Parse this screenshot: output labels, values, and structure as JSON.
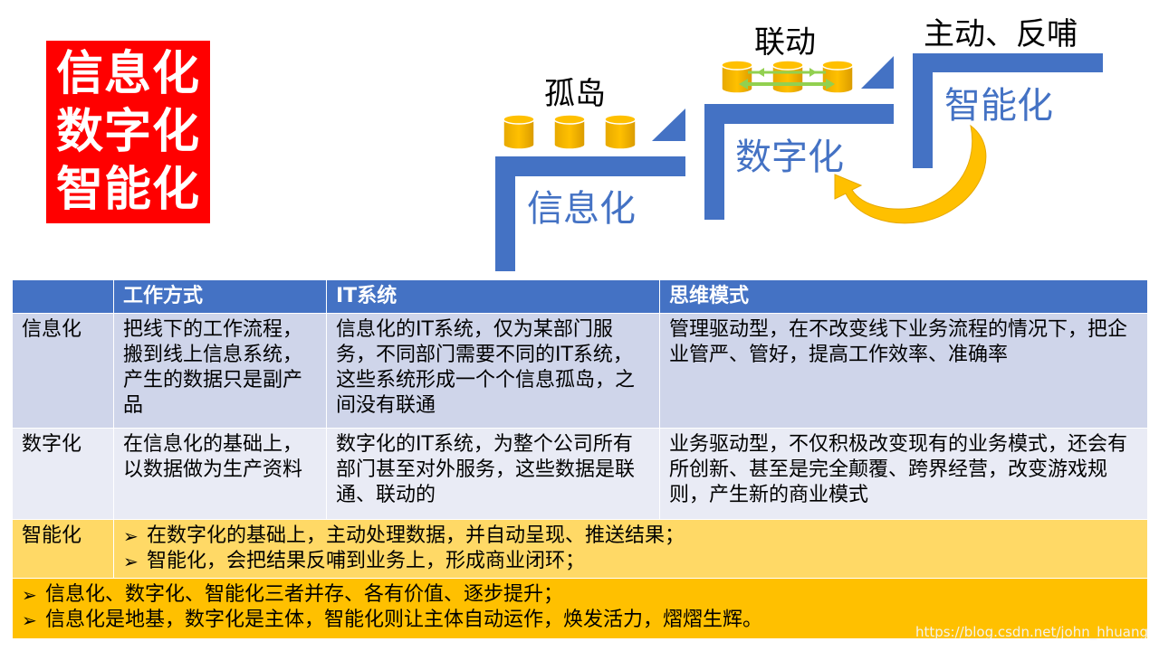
{
  "title_lines": [
    "信息化",
    "数字化",
    "智能化"
  ],
  "diagram": {
    "label_isolated": "孤岛",
    "label_linked": "联动",
    "label_feedback": "主动、反哺",
    "stage_1": "信息化",
    "stage_2": "数字化",
    "stage_3": "智能化",
    "colors": {
      "stair": "#4472c4",
      "database": "#ffc000",
      "link_arrow": "#92d050",
      "feedback_arrow": "#ffc000"
    }
  },
  "table": {
    "headers": [
      "",
      "工作方式",
      "IT系统",
      "思维模式"
    ],
    "row_info": {
      "label": "信息化",
      "work": "把线下的工作流程，搬到线上信息系统，产生的数据只是副产品",
      "it": "信息化的IT系统，仅为某部门服务，不同部门需要不同的IT系统，这些系统形成一个个信息孤岛，之间没有联通",
      "mind": "管理驱动型，在不改变线下业务流程的情况下，把企业管严、管好，提高工作效率、准确率"
    },
    "row_digital": {
      "label": "数字化",
      "work": "在信息化的基础上，以数据做为生产资料",
      "it": "数字化的IT系统，为整个公司所有部门甚至对外服务，这些数据是联通、联动的",
      "mind": "业务驱动型，不仅积极改变现有的业务模式，还会有所创新、甚至是完全颠覆、跨界经营，改变游戏规则，产生新的商业模式"
    },
    "row_smart": {
      "label": "智能化",
      "bullets": [
        "在数字化的基础上，主动处理数据，并自动呈现、推送结果；",
        "智能化，会把结果反哺到业务上，形成商业闭环；"
      ]
    },
    "summary": [
      "信息化、数字化、智能化三者并存、各有价值、逐步提升；",
      "信息化是地基，数字化是主体，智能化则让主体自动运作，焕发活力，熠熠生辉。"
    ]
  },
  "watermark": "https://blog.csdn.net/john_hhuang"
}
